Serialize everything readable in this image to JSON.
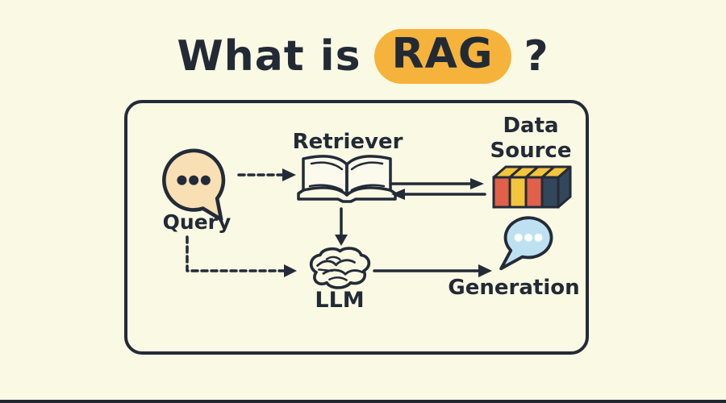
{
  "title": {
    "prefix": "What is",
    "highlight": "RAG",
    "suffix": "?"
  },
  "nodes": {
    "query": {
      "label": "Query",
      "icon": "chat-bubble-icon"
    },
    "retriever": {
      "label": "Retriever",
      "icon": "open-book-icon"
    },
    "data_source": {
      "label": "Data Source",
      "icon": "book-stack-database-icon"
    },
    "llm": {
      "label": "LLM",
      "icon": "brain-icon"
    },
    "generation": {
      "label": "Generation",
      "icon": "chat-bubble-icon"
    }
  },
  "edges": [
    {
      "from": "Query",
      "to": "Retriever",
      "style": "dashed-arrow"
    },
    {
      "from": "Retriever",
      "to": "Data Source",
      "style": "solid-arrow-right"
    },
    {
      "from": "Data Source",
      "to": "Retriever",
      "style": "solid-arrow-left"
    },
    {
      "from": "Retriever",
      "to": "LLM",
      "style": "solid-arrow-down"
    },
    {
      "from": "Query",
      "to": "LLM",
      "style": "dashed-elbow-arrow"
    },
    {
      "from": "LLM",
      "to": "Generation",
      "style": "solid-arrow-right"
    }
  ],
  "colors": {
    "background": "#FAF9E3",
    "ink": "#232B38",
    "highlight_pill": "#F5B33C",
    "query_bubble": "#F8DFB4",
    "generation_bubble": "#BEE1F2",
    "dot_dark": "#232B38",
    "dot_white": "#FFFFFF",
    "data_red": "#E0604A",
    "data_yellow": "#F2C53D",
    "data_dark": "#33475A",
    "page_fill": "#FBFAEC",
    "brain_fill": "#FAF9E3"
  }
}
